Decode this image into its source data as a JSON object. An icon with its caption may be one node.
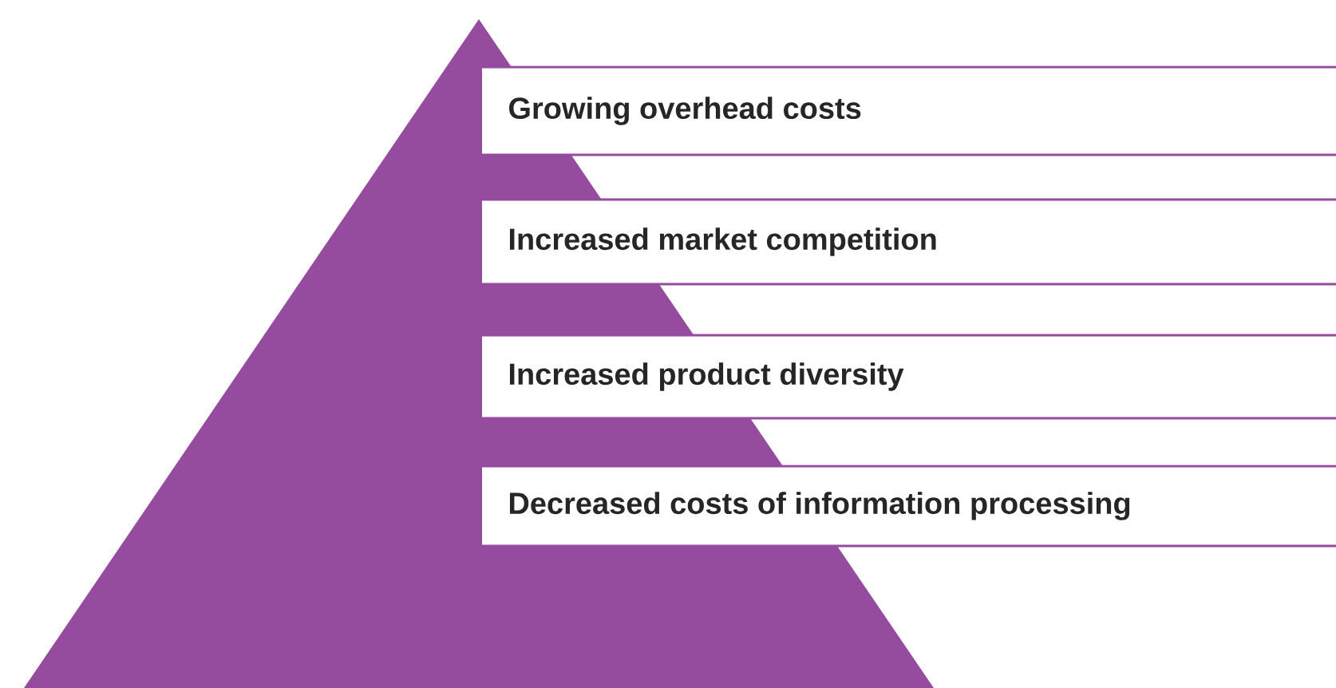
{
  "diagram": {
    "nodes": [
      {
        "text": [
          "Growing overhead costs"
        ]
      },
      {
        "text": [
          "Increased market competition"
        ]
      },
      {
        "text": [
          "Increased product diversity"
        ]
      },
      {
        "text": [
          "Decreased costs of information processing"
        ]
      }
    ]
  }
}
